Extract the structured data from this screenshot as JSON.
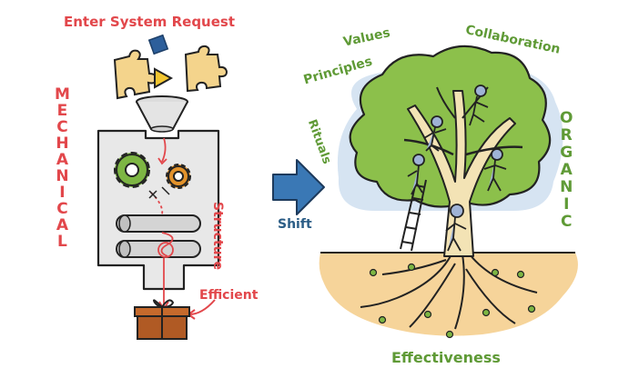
{
  "mechanical": {
    "input_label": "Enter System Request",
    "side_label": "MECHANICAL",
    "structure_label": "Structure",
    "output_label": "Efficient"
  },
  "shift_label": "Shift",
  "organic": {
    "side_label": "ORGANIC",
    "values": [
      "Values",
      "Collaboration",
      "Principles",
      "Rituals"
    ],
    "root_label": "Effectiveness"
  },
  "colors": {
    "mechanical_red": "#e2474b",
    "organic_green": "#5f9a36",
    "shift_blue": "#3a78b5",
    "foliage": "#8cc04b",
    "trunk": "#f3e3b5",
    "soil": "#f6d49a",
    "gift_box": "#b05a24",
    "gear_green": "#7db643",
    "gear_orange": "#e2922b",
    "people": "#9fb3d6"
  }
}
